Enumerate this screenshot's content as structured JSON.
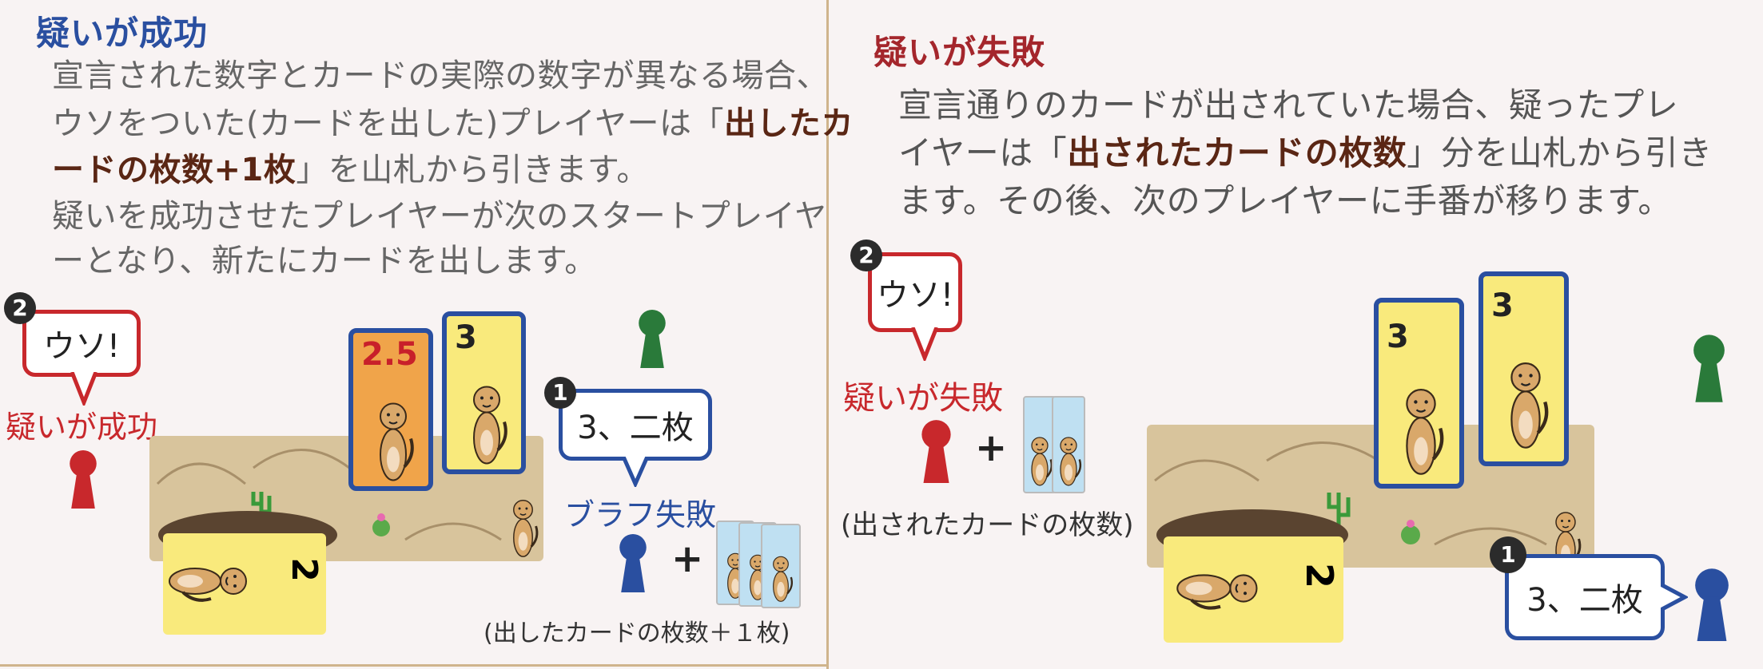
{
  "left": {
    "title": "疑いが成功",
    "body": {
      "line1": "宣言された数字とカードの実際の数字が異なる場合、",
      "line2_a": "ウソをついた(カードを出した)プレイヤーは「",
      "line2_b": "出したカ",
      "line3_a": "ードの枚数+1枚",
      "line3_b": "」を山札から引きます。",
      "line4": "疑いを成功させたプレイヤーが次のスタートプレイヤ",
      "line5": "ーとなり、新たにカードを出します。"
    },
    "badge_2": "2",
    "bubble_challenge": "ウソ!",
    "challenge_result": "疑いが成功",
    "badge_1": "1",
    "bubble_declare": "3、二枚",
    "bluff_result": "ブラフ失敗",
    "plus": "+",
    "caption": "(出したカードの枚数＋１枚)",
    "cards": {
      "played_1": "2.5",
      "played_2": "3",
      "pile": "2"
    }
  },
  "right": {
    "title": "疑いが失敗",
    "body": {
      "line1": "宣言通りのカードが出されていた場合、疑ったプレ",
      "line2_a": "イヤーは「",
      "line2_b": "出されたカードの枚数",
      "line2_c": "」分を山札から引き",
      "line3": "ます。その後、次のプレイヤーに手番が移ります。"
    },
    "badge_2": "2",
    "bubble_challenge": "ウソ!",
    "challenge_result": "疑いが失敗",
    "plus": "+",
    "caption": "(出されたカードの枚数)",
    "badge_1": "1",
    "bubble_declare": "3、二枚",
    "cards": {
      "played_1": "3",
      "played_2": "3",
      "pile": "2"
    }
  },
  "colors": {
    "blue": "#2a4fa0",
    "red": "#c8282c",
    "green": "#2a7a3a",
    "dark_red": "#a4262c"
  }
}
